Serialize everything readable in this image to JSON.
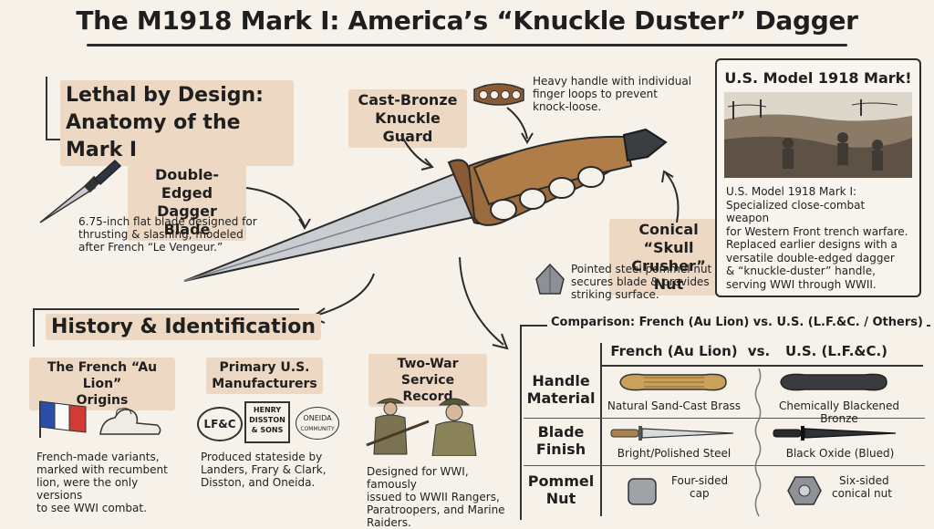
{
  "header": {
    "title": "The M1918 Mark I: America’s “Knuckle Duster” Dagger"
  },
  "anatomy": {
    "heading_line1": "Lethal by Design:",
    "heading_line2": "Anatomy of the Mark I",
    "blade": {
      "title_line1": "Double-Edged",
      "title_line2": "Dagger Blade",
      "desc_line1": "6.75-inch flat blade designed for",
      "desc_line2": "thrusting & slashing, modeled",
      "desc_line3": "after French “Le Vengeur.”"
    },
    "guard": {
      "title_line1": "Cast-Bronze",
      "title_line2": "Knuckle Guard"
    },
    "handle": {
      "desc_line1": "Heavy handle with individual",
      "desc_line2": "finger loops to prevent",
      "desc_line3": "knock-loose."
    },
    "nut": {
      "title_line1": "Conical “Skull",
      "title_line2": "Crusher” Nut",
      "desc_line1": "Pointed steel pommel nut",
      "desc_line2": "secures blade & provides",
      "desc_line3": "striking surface."
    }
  },
  "model_box": {
    "title": "U.S. Model 1918 Mark!",
    "desc_line1": "U.S. Model 1918 Mark I:",
    "desc_line2": "Specialized close-combat weapon",
    "desc_line3": "for Western Front trench warfare.",
    "desc_line4": "Replaced earlier designs with a",
    "desc_line5": "versatile double-edged dagger",
    "desc_line6": "& “knuckle-duster” handle,",
    "desc_line7": "serving WWI through WWII."
  },
  "history": {
    "heading": "History & Identification",
    "french": {
      "title_line1": "The French “Au Lion”",
      "title_line2": "Origins",
      "desc_line1": "French-made variants,",
      "desc_line2": "marked with recumbent",
      "desc_line3": "lion, were the only versions",
      "desc_line4": "to see WWI combat."
    },
    "makers": {
      "title_line1": "Primary U.S.",
      "title_line2": "Manufacturers",
      "logo_lfc": "LF&C",
      "logo_henry_1": "HENRY",
      "logo_henry_2": "DISSTON",
      "logo_henry_3": "& SONS",
      "logo_oneida_1": "ONEIDA",
      "logo_oneida_2": "COMMUNITY",
      "desc_line1": "Produced stateside by",
      "desc_line2": "Landers, Frary & Clark,",
      "desc_line3": "Disston, and Oneida."
    },
    "service": {
      "title_line1": "Two-War",
      "title_line2": "Service Record",
      "desc_line1": "Designed for WWI, famously",
      "desc_line2": "issued to WWII Rangers,",
      "desc_line3": "Paratroopers, and Marine",
      "desc_line4": "Raiders."
    }
  },
  "comparison": {
    "title": "Comparison: French (Au Lion) vs. U.S. (L.F.&C. / Others)",
    "col_french": "French (Au Lion)",
    "col_vs": "vs.",
    "col_us": "U.S. (L.F.&C.)",
    "rows": [
      {
        "label_line1": "Handle",
        "label_line2": "Material",
        "french": "Natural Sand-Cast Brass",
        "us": "Chemically Blackened Bronze"
      },
      {
        "label_line1": "Blade",
        "label_line2": "Finish",
        "french": "Bright/Polished Steel",
        "us": "Black Oxide (Blued)"
      },
      {
        "label_line1": "Pommel",
        "label_line2": "Nut",
        "french_line1": "Four-sided",
        "french_line2": "cap",
        "us_line1": "Six-sided",
        "us_line2": "conical nut"
      }
    ]
  },
  "colors": {
    "paper": "#f6f2ea",
    "highlight": "#ecd8c3",
    "ink": "#1f1f1f",
    "bronze": "#9a6b3f",
    "steel": "#b9bcc0"
  }
}
